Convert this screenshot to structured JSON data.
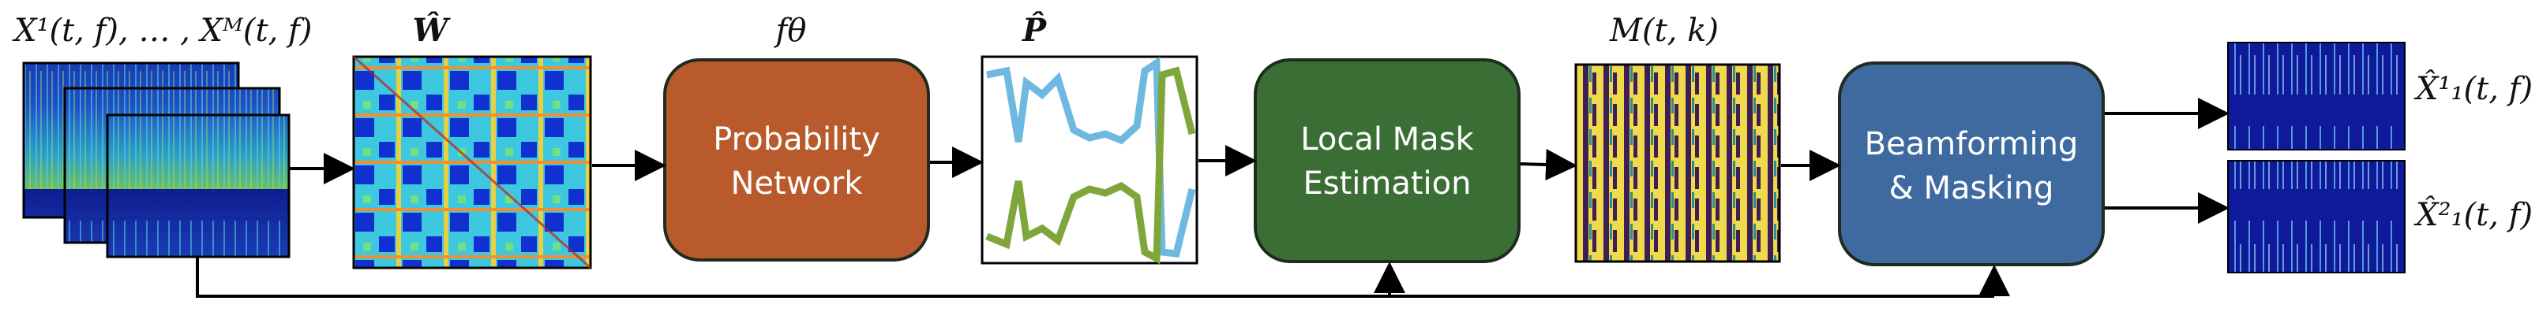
{
  "labels": {
    "input": "X¹(t, f), … , Xᴹ(t, f)",
    "w_hat": "Ŵ",
    "f_theta": "fθ",
    "p_hat": "P̂",
    "mask": "M(t, k)",
    "out1": "X̂¹₁(t, f)",
    "out2": "X̂²₁(t, f)"
  },
  "blocks": {
    "probability": {
      "line1": "Probability",
      "line2": "Network"
    },
    "mask_est": {
      "line1": "Local Mask",
      "line2": "Estimation"
    },
    "beamforming": {
      "line1": "Beamforming",
      "line2": "& Masking"
    }
  },
  "colors": {
    "probability_fill": "#b85a2c",
    "mask_est_fill": "#3b6e35",
    "beamforming_fill": "#3f6aa0",
    "block_border": "#1e2b1e",
    "spectrogram_bg": "#12209a",
    "curve_blue": "#6fb8e0",
    "curve_green": "#7fa63a",
    "mask_yellow": "#f0d94a",
    "mask_purple": "#3d1e55"
  }
}
